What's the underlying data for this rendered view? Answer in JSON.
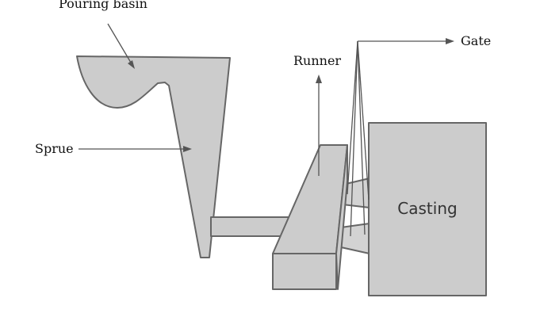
{
  "labels": {
    "pouring_basin": "Pouring basin",
    "sprue": "Sprue",
    "runner": "Runner",
    "gate": "Gate",
    "casting": "Casting"
  }
}
